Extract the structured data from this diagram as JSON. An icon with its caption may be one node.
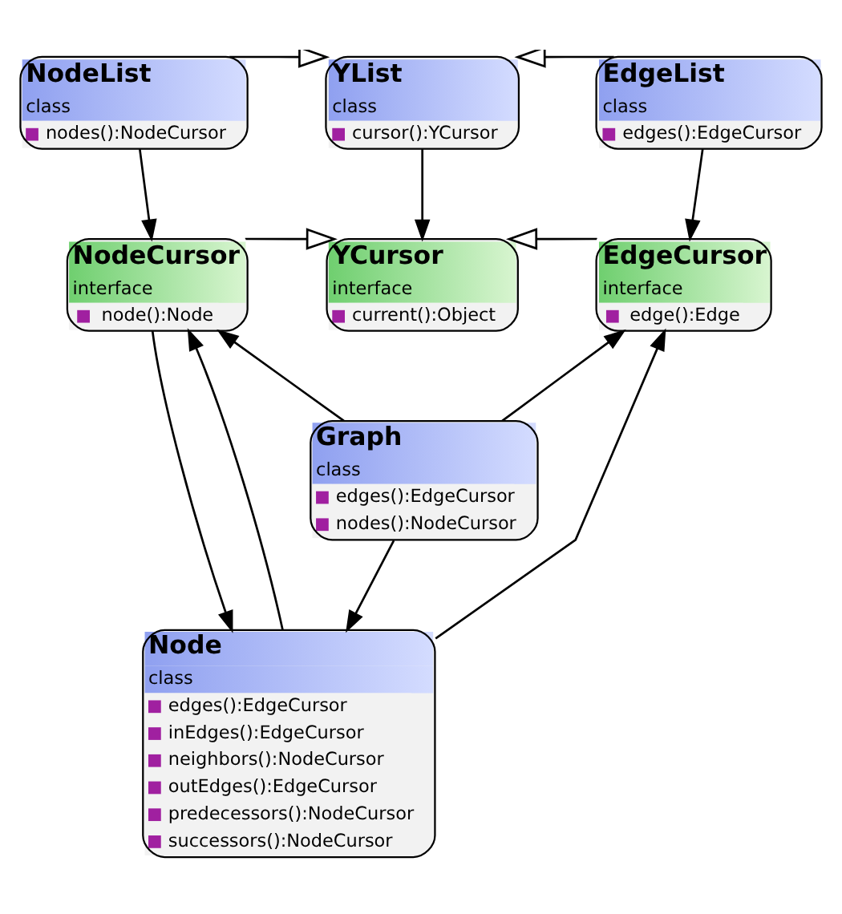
{
  "diagram": {
    "nodes": [
      {
        "text": [
          "NodeList",
          "class",
          "nodes():NodeCursor"
        ]
      },
      {
        "text": [
          "YList",
          "class",
          "cursor():YCursor"
        ]
      },
      {
        "text": [
          "EdgeList",
          "class",
          "edges():EdgeCursor"
        ]
      },
      {
        "text": [
          "NodeCursor",
          "interface",
          "node():Node"
        ]
      },
      {
        "text": [
          "YCursor",
          "interface",
          "current():Object"
        ]
      },
      {
        "text": [
          "EdgeCursor",
          "interface",
          "edge():Edge"
        ]
      },
      {
        "text": [
          "Graph",
          "class",
          "edges():EdgeCursor",
          "nodes():NodeCursor"
        ]
      },
      {
        "text": [
          "Node",
          "class",
          "edges():EdgeCursor",
          "inEdges():EdgeCursor",
          "neighbors():NodeCursor",
          "outEdges():EdgeCursor",
          "predecessors():NodeCursor",
          "successors():NodeCursor"
        ]
      }
    ],
    "edges": [
      {
        "from": 0,
        "to": 1,
        "arrow": "to"
      },
      {
        "from": 2,
        "to": 1,
        "arrow": "to"
      },
      {
        "from": 0,
        "to": 3,
        "arrow": "to"
      },
      {
        "from": 1,
        "to": 4,
        "arrow": "to"
      },
      {
        "from": 2,
        "to": 5,
        "arrow": "to"
      },
      {
        "from": 3,
        "to": 4,
        "arrow": "to"
      },
      {
        "from": 5,
        "to": 4,
        "arrow": "to"
      },
      {
        "from": 6,
        "to": 3,
        "arrow": "to"
      },
      {
        "from": 6,
        "to": 5,
        "arrow": "to"
      },
      {
        "from": 6,
        "to": 7,
        "arrow": "to"
      },
      {
        "from": 3,
        "to": 7,
        "arrow": "to"
      },
      {
        "from": 7,
        "to": 3,
        "arrow": "to"
      },
      {
        "from": 7,
        "to": 5,
        "arrow": "to"
      }
    ]
  }
}
